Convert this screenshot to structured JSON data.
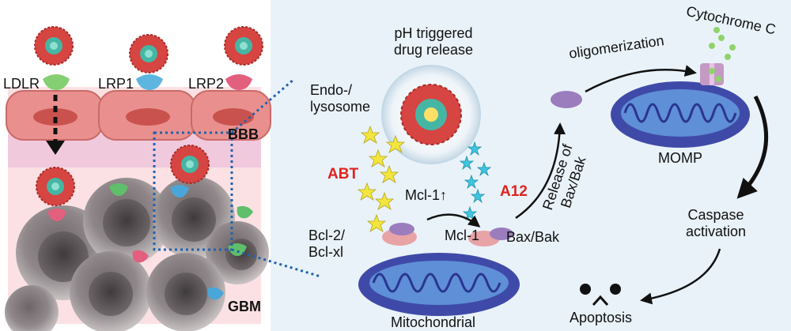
{
  "left_panel": {
    "receptors": [
      "LDLR",
      "LRP1",
      "LRP2"
    ],
    "bbb_label": "BBB",
    "gbm_label": "GBM"
  },
  "right_panel": {
    "drug_release": "pH triggered\ndrug release",
    "endosome": "Endo-/\nlysosome",
    "abt": "ABT",
    "a12": "A12",
    "mcl1_up": "Mcl-1↑",
    "bcl2": "Bcl-2/\nBcl-xl",
    "mcl1": "Mcl-1",
    "baxbak": "Bax/Bak",
    "release_of": "Release of\nBax/Bak",
    "oligomerization": "oligomerization",
    "cytochrome": "Cytochrome C",
    "momp": "MOMP",
    "caspase": "Caspase\nactivation",
    "apoptosis": "Apoptosis",
    "mitochondrial": "Mitochondrial"
  },
  "colors": {
    "panel_bg": "#e9f2f9",
    "bbb_cell": "#e9908e",
    "nucleus": "#c9524f",
    "gbm_zone": "#fbe1e3",
    "tumor_cell": "#8c8486",
    "mito_outer": "#3f4aa8",
    "mito_inner": "#5f8fd6",
    "red_label": "#e0231f",
    "dotted_frame": "#2163b0"
  }
}
